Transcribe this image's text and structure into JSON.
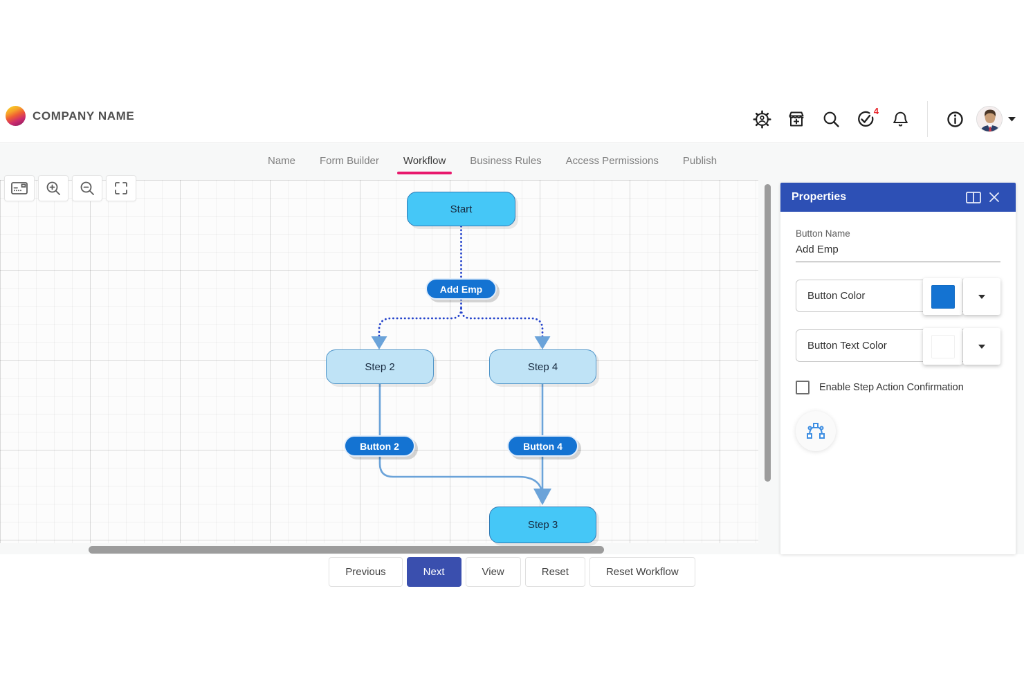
{
  "header": {
    "company_name": "COMPANY NAME",
    "notification_badge": "4",
    "icons": [
      "settings-gear-user-icon",
      "store-add-icon",
      "search-icon",
      "approvals-check-icon",
      "notifications-bell-icon",
      "info-icon",
      "user-avatar",
      "caret-down-icon"
    ]
  },
  "tabs": {
    "items": [
      {
        "label": "Name",
        "active": false
      },
      {
        "label": "Form Builder",
        "active": false
      },
      {
        "label": "Workflow",
        "active": true
      },
      {
        "label": "Business Rules",
        "active": false
      },
      {
        "label": "Access Permissions",
        "active": false
      },
      {
        "label": "Publish",
        "active": false
      }
    ]
  },
  "canvas": {
    "toolbar": [
      "minimap-icon",
      "zoom-in-icon",
      "zoom-out-icon",
      "fit-view-icon"
    ]
  },
  "workflow": {
    "nodes": [
      {
        "id": "start",
        "label": "Start",
        "type": "step-bright"
      },
      {
        "id": "add-emp",
        "label": "Add Emp",
        "type": "action-button"
      },
      {
        "id": "step-2",
        "label": "Step 2",
        "type": "step-pale"
      },
      {
        "id": "step-4",
        "label": "Step 4",
        "type": "step-pale"
      },
      {
        "id": "button-2",
        "label": "Button 2",
        "type": "action-button"
      },
      {
        "id": "button-4",
        "label": "Button 4",
        "type": "action-button"
      },
      {
        "id": "step-3",
        "label": "Step 3",
        "type": "step-bright"
      }
    ],
    "edges": [
      {
        "from": "start",
        "to": "add-emp",
        "style": "dotted"
      },
      {
        "from": "add-emp",
        "to": "step-2",
        "style": "dotted"
      },
      {
        "from": "add-emp",
        "to": "step-4",
        "style": "dotted"
      },
      {
        "from": "step-2",
        "to": "button-2",
        "style": "solid"
      },
      {
        "from": "step-4",
        "to": "button-4",
        "style": "solid"
      },
      {
        "from": "button-2",
        "to": "step-3",
        "style": "solid"
      },
      {
        "from": "button-4",
        "to": "step-3",
        "style": "solid"
      }
    ]
  },
  "properties_panel": {
    "title": "Properties",
    "button_name_label": "Button Name",
    "button_name_value": "Add Emp",
    "button_color_label": "Button Color",
    "button_color_value": "#1473d2",
    "button_text_color_label": "Button Text Color",
    "button_text_color_value": "#ffffff",
    "checkbox_label": "Enable Step Action Confirmation",
    "checkbox_checked": false,
    "header_icons": [
      "split-panel-icon",
      "close-icon"
    ]
  },
  "footer": {
    "buttons": [
      {
        "label": "Previous",
        "primary": false
      },
      {
        "label": "Next",
        "primary": true
      },
      {
        "label": "View",
        "primary": false
      },
      {
        "label": "Reset",
        "primary": false
      },
      {
        "label": "Reset Workflow",
        "primary": false
      }
    ]
  },
  "colors": {
    "accent_tab_underline": "#e8186c",
    "panel_header_blue": "#2d50b5",
    "primary_button_blue": "#3a4fae",
    "node_bright": "#45c7f7",
    "node_pale": "#bfe3f6",
    "pill_blue": "#1473d2",
    "connector_solid": "#6ba3d9",
    "connector_dotted": "#2443cb",
    "scrollbar_gray": "#9c9c9c"
  }
}
